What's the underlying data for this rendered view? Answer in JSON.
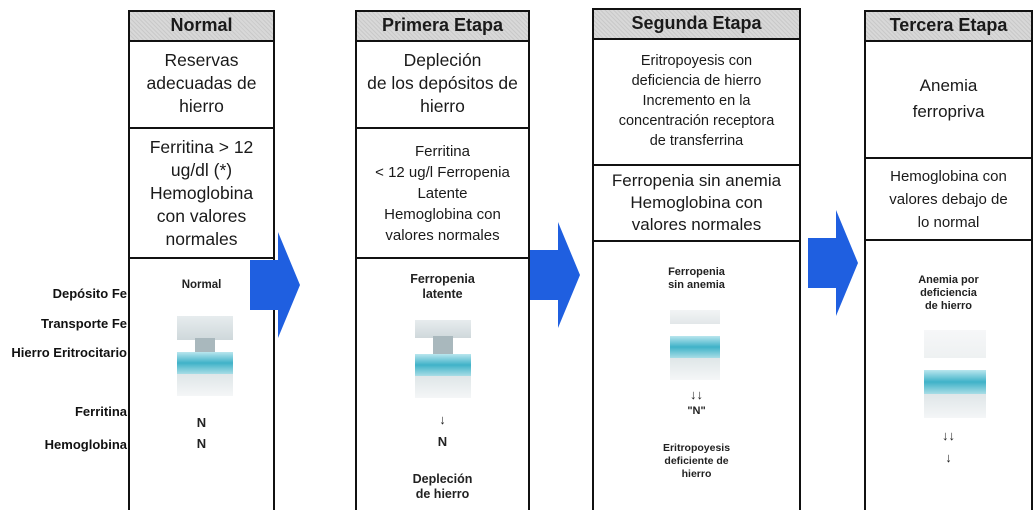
{
  "row_labels": [
    "Depósito Fe",
    "Transporte Fe",
    "Hierro Eritrocitario",
    "Ferritina",
    "Hemoglobina"
  ],
  "stages": [
    {
      "title": "Normal",
      "box1": "Reservas\nadecuadas de\nhierro",
      "box2": "Ferritina > 12\nug/dl (*)\nHemoglobina\ncon valores\nnormales",
      "figure_label": "Normal",
      "marks": [
        "N",
        "N"
      ],
      "bottom_label": ""
    },
    {
      "title": "Primera Etapa",
      "box1": "Depleción\nde los depósitos de\nhierro",
      "box2": "Ferritina\n< 12 ug/l Ferropenia\nLatente\nHemoglobina con\nvalores normales",
      "figure_label": "Ferropenia\nlatente",
      "marks": [
        "↓",
        "N"
      ],
      "bottom_label": "Depleción\nde hierro"
    },
    {
      "title": "Segunda Etapa",
      "box1": "Eritropoyesis con\ndeficiencia de hierro\nIncremento en la\nconcentración receptora\nde transferrina",
      "box2": "Ferropenia sin anemia\nHemoglobina con\nvalores normales",
      "figure_label": "Ferropenia\nsin anemia",
      "marks": [
        "↓↓",
        "\"N\""
      ],
      "bottom_label": "Eritropoyesis\ndeficiente de\nhierro"
    },
    {
      "title": "Tercera Etapa",
      "box1": "Anemia\nferropriva",
      "box2": "Hemoglobina con\nvalores debajo de\nlo normal",
      "figure_label": "Anemia por\ndeficiencia\nde hierro",
      "marks": [
        "↓↓",
        "↓"
      ],
      "bottom_label": ""
    }
  ],
  "colors": {
    "arrow_blue": "#1f5fe0",
    "band_cyan": "#3fb2c8"
  }
}
